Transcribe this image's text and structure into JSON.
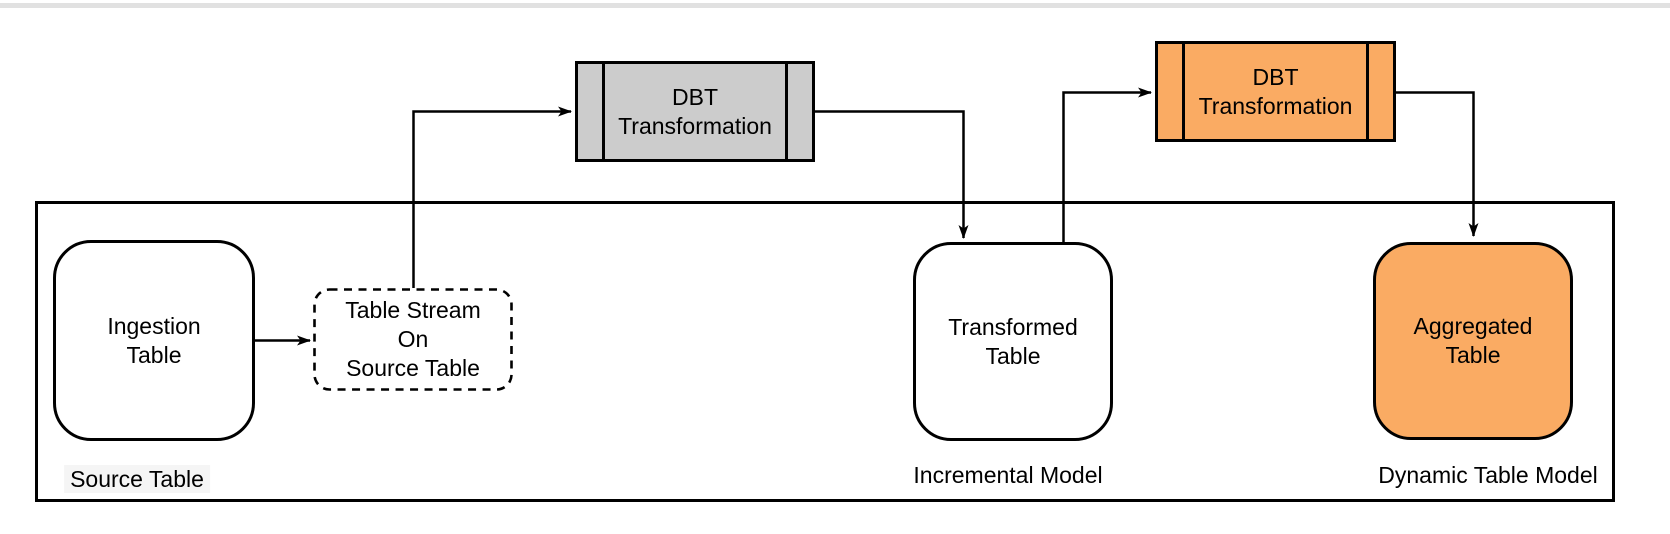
{
  "colors": {
    "stroke": "#000000",
    "accent_orange": "#faab63",
    "process_gray": "#cccccc",
    "top_border": "#e1e1e1",
    "label_bg": "#f5f5f5"
  },
  "nodes": {
    "ingestion": {
      "lines": [
        "Ingestion",
        "Table"
      ]
    },
    "table_stream": {
      "lines": [
        "Table Stream",
        "On",
        "Source Table"
      ]
    },
    "dbt_gray": {
      "lines": [
        "DBT",
        "Transformation"
      ]
    },
    "dbt_orange": {
      "lines": [
        "DBT",
        "Transformation"
      ]
    },
    "transformed": {
      "lines": [
        "Transformed",
        "Table"
      ]
    },
    "aggregated": {
      "lines": [
        "Aggregated",
        "Table"
      ]
    }
  },
  "labels": {
    "source_table": "Source Table",
    "incremental_model": "Incremental Model",
    "dynamic_table_model": "Dynamic Table Model"
  }
}
